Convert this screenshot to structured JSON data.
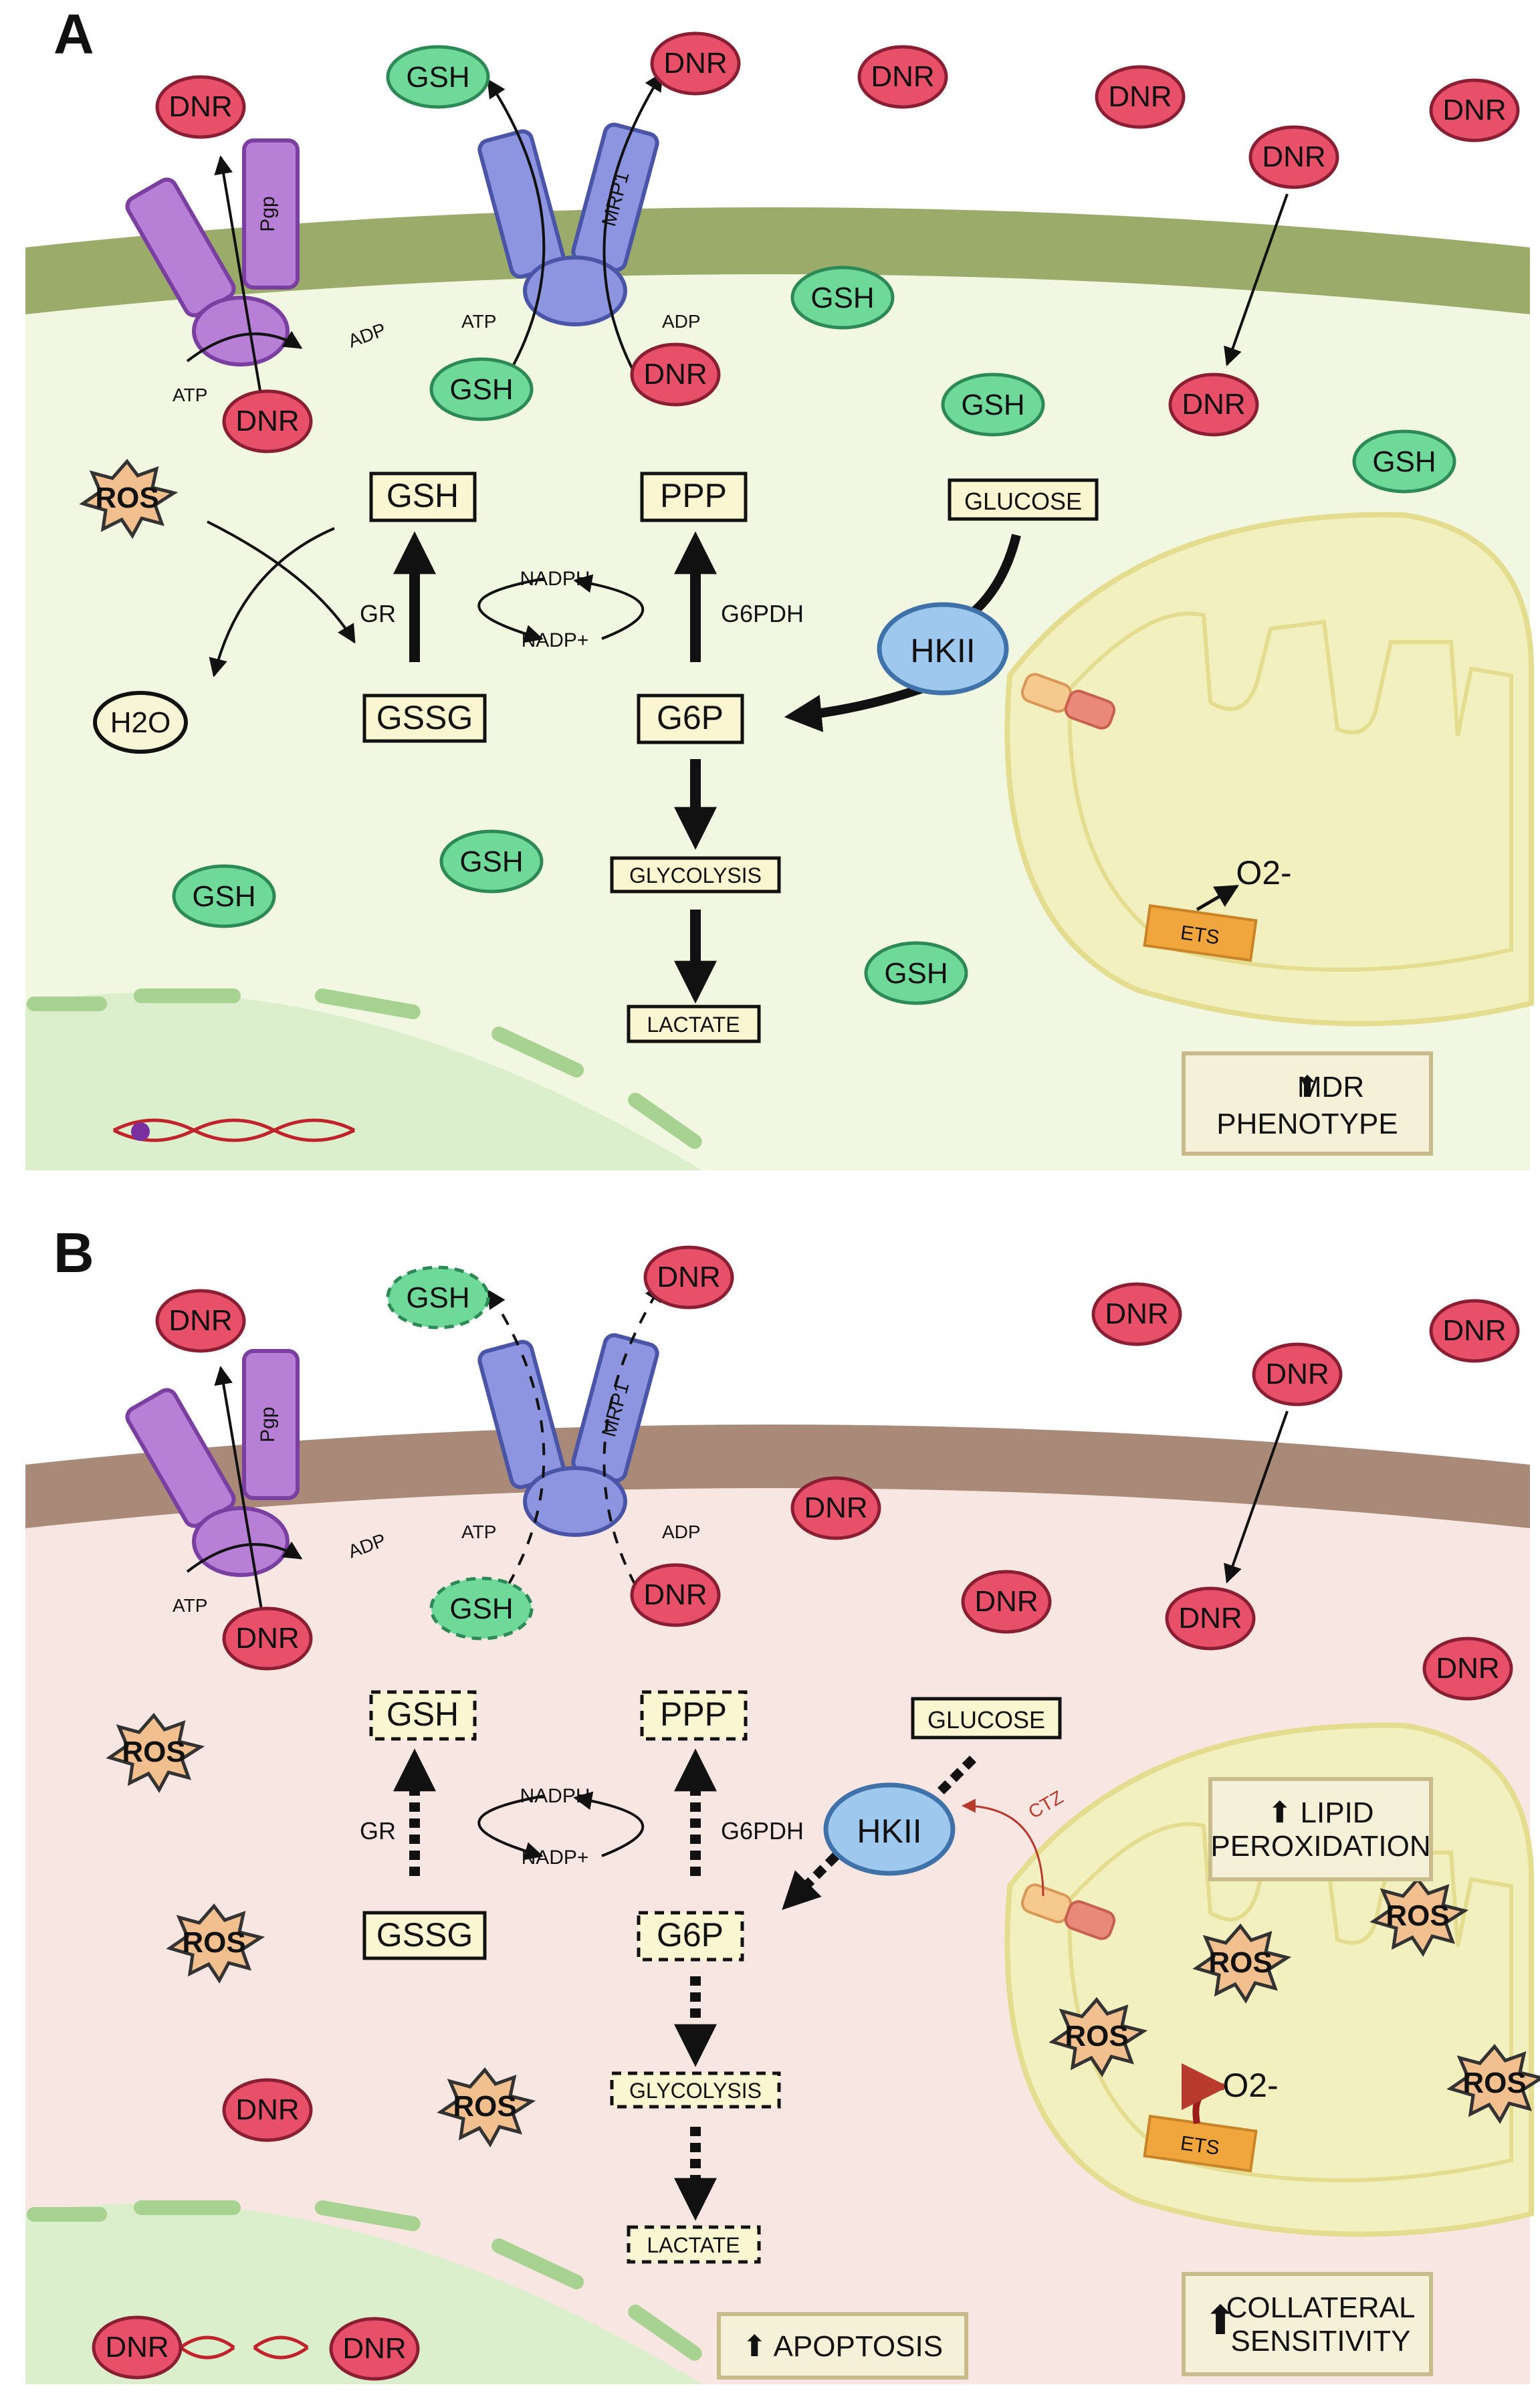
{
  "panels": [
    {
      "letter": "A",
      "transporters": {
        "pgp": "Pgp",
        "mrp1": "MRP1",
        "atp": "ATP",
        "adp": "ADP"
      },
      "drug": "DNR",
      "glutathione": "GSH",
      "ros": "ROS",
      "water": "H2O",
      "metabolites": {
        "gsh": "GSH",
        "ppp": "PPP",
        "glucose": "GLUCOSE",
        "gssg": "GSSG",
        "g6p": "G6P",
        "glycolysis": "GLYCOLYSIS",
        "lactate": "LACTATE"
      },
      "enzymes": {
        "gr": "GR",
        "g6pdh": "G6PDH",
        "hkii": "HKII",
        "nadph": "NADPH",
        "nadp": "NADP+",
        "ets": "ETS"
      },
      "superoxide": "O2-",
      "outcomes": [
        {
          "arrow": "⬆",
          "text": "MDR PHENOTYPE"
        }
      ]
    },
    {
      "letter": "B",
      "transporters": {
        "pgp": "Pgp",
        "mrp1": "MRP1",
        "atp": "ATP",
        "adp": "ADP"
      },
      "drug": "DNR",
      "glutathione": "GSH",
      "ros": "ROS",
      "metabolites": {
        "gsh": "GSH",
        "ppp": "PPP",
        "glucose": "GLUCOSE",
        "gssg": "GSSG",
        "g6p": "G6P",
        "glycolysis": "GLYCOLYSIS",
        "lactate": "LACTATE"
      },
      "enzymes": {
        "gr": "GR",
        "g6pdh": "G6PDH",
        "hkii": "HKII",
        "nadph": "NADPH",
        "nadp": "NADP+",
        "ets": "ETS",
        "inhibitor": "CTZ"
      },
      "superoxide": "O2-",
      "outcomes": [
        {
          "arrow": "⬆",
          "text": "LIPID PEROXIDATION"
        },
        {
          "arrow": "⬆",
          "text": "APOPTOSIS"
        },
        {
          "arrow": "⬆",
          "text": "COLLATERAL SENSITIVITY"
        }
      ]
    }
  ],
  "colors": {
    "cellA": "#f2f7e1",
    "membraneA": "#9aab6a",
    "cellB": "#f8e6e2",
    "membraneB": "#a98978",
    "nucleus": "#dcefcc",
    "mitochondria": "#f3f0c0",
    "dnr": "#e8506a",
    "gsh": "#6fd99a",
    "ros": "#f1c08e",
    "hkii": "#9fc8ee",
    "pgp": "#b77fd6",
    "mrp1": "#8d95e0",
    "ets": "#f0a63c"
  }
}
